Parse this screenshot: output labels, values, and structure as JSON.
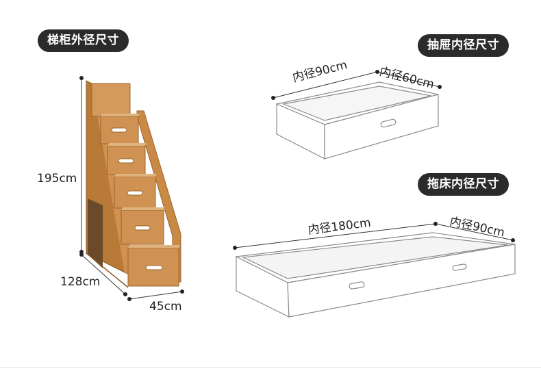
{
  "labels": {
    "stair_cabinet_title": "梯柜外径尺寸",
    "drawer_title": "抽屉内径尺寸",
    "trundle_title": "拖床内径尺寸"
  },
  "stair_cabinet": {
    "height": "195cm",
    "depth": "128cm",
    "width": "45cm"
  },
  "drawer": {
    "length": "内径90cm",
    "width": "内径60cm"
  },
  "trundle": {
    "length": "内径180cm",
    "width": "内径90cm"
  },
  "colors": {
    "pill_bg": "#2b2b2b",
    "wood": "#c98a45",
    "wood_dark": "#a96a2c",
    "drawer_outline": "#8a8a8a"
  }
}
